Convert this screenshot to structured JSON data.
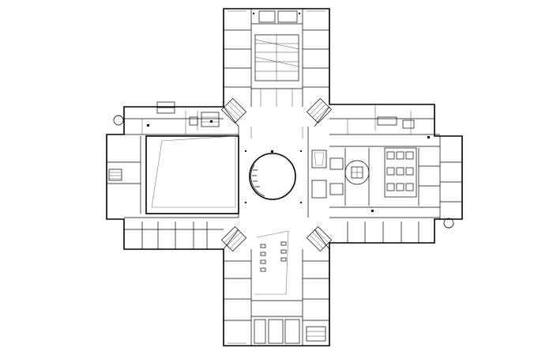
{
  "colors": {
    "background": "#ffffff",
    "line": "#000000",
    "detail": "#333333"
  },
  "wings": [
    "north-wing",
    "south-wing",
    "west-wing",
    "east-wing"
  ],
  "features": [
    "central-rotunda",
    "central-hall",
    "stair-cores",
    "courtyard-fixture",
    "seating-grid"
  ]
}
